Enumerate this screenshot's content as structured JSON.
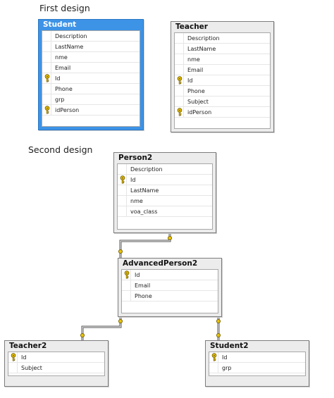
{
  "sections": {
    "first": "First design",
    "second": "Second design"
  },
  "tables": {
    "student": {
      "title": "Student",
      "rows": [
        {
          "name": "Description",
          "key": false
        },
        {
          "name": "LastName",
          "key": false
        },
        {
          "name": "nme",
          "key": false
        },
        {
          "name": "Email",
          "key": false
        },
        {
          "name": "Id",
          "key": true
        },
        {
          "name": "Phone",
          "key": false
        },
        {
          "name": "grp",
          "key": false
        },
        {
          "name": "idPerson",
          "key": true
        }
      ]
    },
    "teacher": {
      "title": "Teacher",
      "rows": [
        {
          "name": "Description",
          "key": false
        },
        {
          "name": "LastName",
          "key": false
        },
        {
          "name": "nme",
          "key": false
        },
        {
          "name": "Email",
          "key": false
        },
        {
          "name": "Id",
          "key": true
        },
        {
          "name": "Phone",
          "key": false
        },
        {
          "name": "Subject",
          "key": false
        },
        {
          "name": "idPerson",
          "key": true
        }
      ]
    },
    "person2": {
      "title": "Person2",
      "rows": [
        {
          "name": "Description",
          "key": false
        },
        {
          "name": "Id",
          "key": true
        },
        {
          "name": "LastName",
          "key": false
        },
        {
          "name": "nme",
          "key": false
        },
        {
          "name": "voa_class",
          "key": false
        }
      ]
    },
    "advancedperson2": {
      "title": "AdvancedPerson2",
      "rows": [
        {
          "name": "Id",
          "key": true
        },
        {
          "name": "Email",
          "key": false
        },
        {
          "name": "Phone",
          "key": false
        }
      ]
    },
    "teacher2": {
      "title": "Teacher2",
      "rows": [
        {
          "name": "Id",
          "key": true
        },
        {
          "name": "Subject",
          "key": false
        }
      ]
    },
    "student2": {
      "title": "Student2",
      "rows": [
        {
          "name": "Id",
          "key": true
        },
        {
          "name": "grp",
          "key": false
        }
      ]
    }
  },
  "colors": {
    "selected_table": "#3d93e6",
    "table_bg": "#ececec",
    "key_icon": "#d8b400"
  }
}
